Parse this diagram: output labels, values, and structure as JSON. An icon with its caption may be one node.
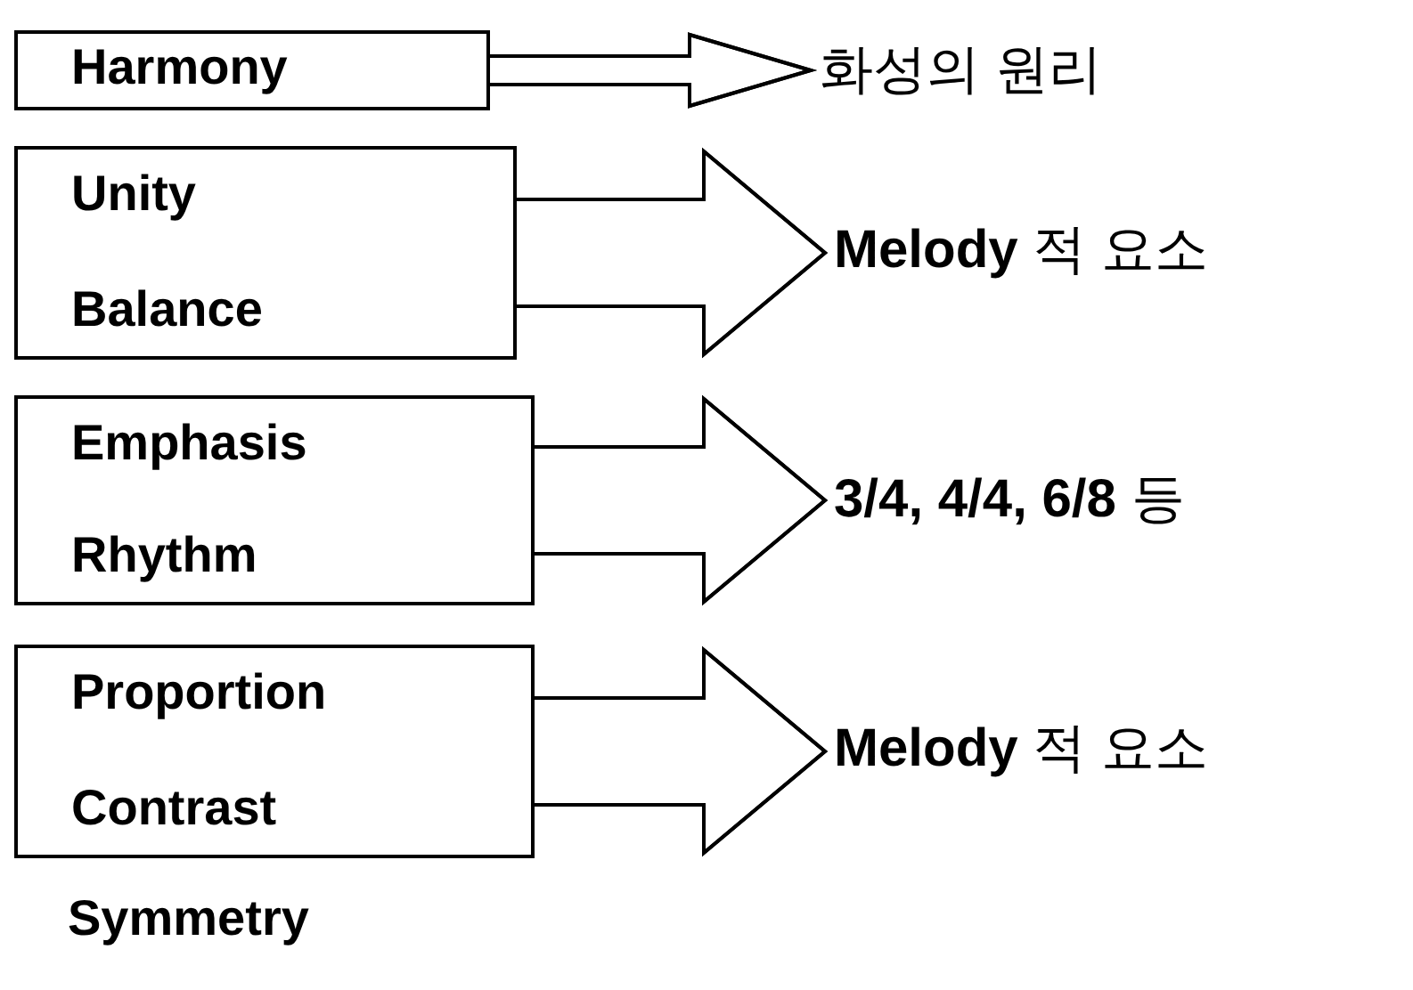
{
  "diagram": {
    "nodes": [
      {
        "text": [
          "Harmony"
        ]
      },
      {
        "text": [
          "Unity",
          "Balance"
        ]
      },
      {
        "text": [
          "Emphasis",
          "Rhythm"
        ]
      },
      {
        "text": [
          "Proportion",
          "Contrast"
        ]
      },
      {
        "text": [
          "화성의 원리"
        ]
      },
      {
        "text": [
          "**Melody** 적 요소"
        ]
      },
      {
        "text": [
          "**3/4, 4/4, 6/8** 등"
        ]
      },
      {
        "text": [
          "**Melody** 적 요소"
        ]
      }
    ],
    "edges": [
      {
        "from": 0,
        "to": 4,
        "arrow": "to"
      },
      {
        "from": 1,
        "to": 5,
        "arrow": "to"
      },
      {
        "from": 2,
        "to": 6,
        "arrow": "to"
      },
      {
        "from": 3,
        "to": 7,
        "arrow": "to"
      }
    ],
    "labels": [
      "Symmetry"
    ]
  }
}
